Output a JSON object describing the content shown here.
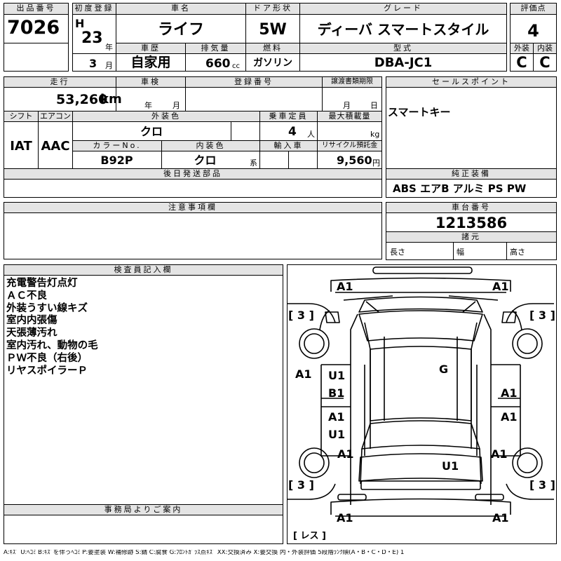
{
  "header": {
    "lot_no": {
      "label": "出品番号",
      "value": "7026"
    },
    "first_reg": {
      "label": "初度登録",
      "era": "H",
      "year": "23",
      "year_unit": "年",
      "month": "3",
      "month_unit": "月"
    },
    "car_name": {
      "label": "車名",
      "value": "ライフ"
    },
    "door": {
      "label": "ドア形状",
      "value": "5W"
    },
    "grade": {
      "label": "グレード",
      "value": "ディーバ スマートスタイル"
    },
    "score": {
      "label": "評価点",
      "value": "4"
    },
    "history": {
      "label": "車歴",
      "value": "自家用"
    },
    "displacement": {
      "label": "排気量",
      "value": "660",
      "unit": "cc"
    },
    "fuel": {
      "label": "燃料",
      "value": "ガソリン"
    },
    "model": {
      "label": "型式",
      "value": "DBA-JC1"
    },
    "exterior_grade": {
      "label": "外装",
      "value": "C"
    },
    "interior_grade": {
      "label": "内装",
      "value": "C"
    }
  },
  "middle": {
    "mileage": {
      "label": "走行",
      "value": "53,260",
      "unit": "km"
    },
    "inspection": {
      "label": "車検",
      "year_unit": "年",
      "month_unit": "月"
    },
    "reg_no": {
      "label": "登録番号"
    },
    "transfer": {
      "label": "譲渡書類期限",
      "month_unit": "月",
      "day_unit": "日"
    },
    "shift": {
      "label": "シフト",
      "value": "IAT"
    },
    "aircon": {
      "label": "エアコン",
      "value": "AAC"
    },
    "ext_color": {
      "label": "外装色",
      "value": "クロ"
    },
    "capacity": {
      "label": "乗車定員",
      "value": "4",
      "unit": "人"
    },
    "max_load": {
      "label": "最大積載量",
      "unit": "kg"
    },
    "color_no": {
      "label": "カラーNo.",
      "value": "B92P"
    },
    "int_color": {
      "label": "内装色",
      "value": "クロ",
      "unit": "系"
    },
    "import": {
      "label": "輸入車"
    },
    "recycle": {
      "label": "リサイクル預託金",
      "value": "9,560",
      "unit": "円"
    },
    "later_parts": {
      "label": "後日発送部品"
    },
    "sales_point": {
      "label": "セールスポイント",
      "value": "スマートキー"
    },
    "equipment": {
      "label": "純正装備",
      "value": "ABS エアB アルミ PS PW"
    }
  },
  "notes": {
    "label": "注意事項欄"
  },
  "chassis": {
    "label": "車台番号",
    "value": "1213586"
  },
  "specs": {
    "label": "諸元",
    "length": "長さ",
    "width": "幅",
    "height": "高さ"
  },
  "inspector": {
    "label": "検査員記入欄",
    "lines": [
      "充電警告灯点灯",
      "ＡＣ不良",
      "外装うすい線キズ",
      "室内内張傷",
      "天張薄汚れ",
      "室内汚れ、動物の毛",
      "ＰＷ不良（右後）",
      "リヤスポイラーＰ"
    ]
  },
  "office": {
    "label": "事務局よりご案内"
  },
  "diagram": {
    "marks": {
      "front_left": "A1",
      "front_right": "A1",
      "tire_fl": "[ 3 ]",
      "tire_fr": "[ 3 ]",
      "side_left_front": "A1",
      "door_lf_top": "U1",
      "door_lf_bottom": "B1",
      "door_lr_top": "A1",
      "door_lr_bottom": "U1",
      "roof": "G",
      "door_rf": "A1",
      "door_rr": "A1",
      "rear_left_side": "A1",
      "rear_right_side": "A1",
      "trunk": "U1",
      "tire_rl": "[ 3 ]",
      "tire_rr": "[ 3 ]",
      "rear_left": "A1",
      "rear_right": "A1",
      "spare": "[ レス ]"
    }
  },
  "legend": "A:ｷｽﾞ U:ﾍｺﾐ B:ｷｽﾞを伴うﾍｺﾐ P:要塗装 W:補修跡 S:錆 C:腐食 G:ﾌﾛﾝﾄｶﾞﾗｽ点ｷｽﾞ XX:交換済み X:要交換 内・外装評価 5段階ﾗﾝｸ順(A・B・C・D・E) 1"
}
